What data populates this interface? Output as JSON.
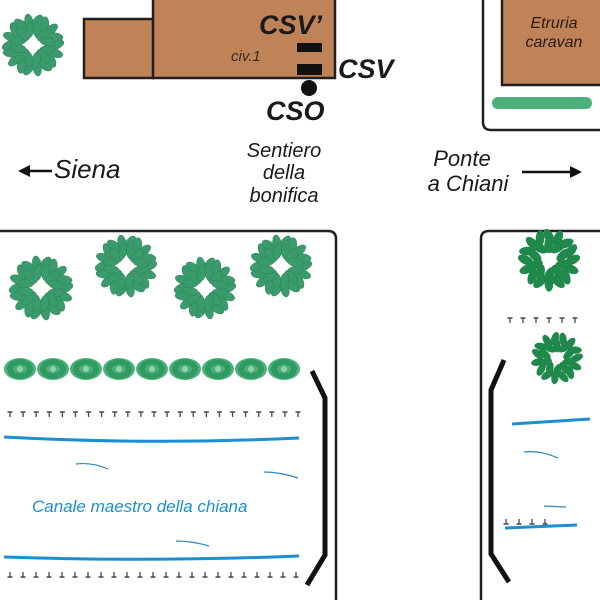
{
  "map": {
    "colors": {
      "building": "#c08358",
      "outline": "#231f20",
      "tree": "#3a9b6c",
      "tree_dark": "#1e8a4a",
      "hedge": "#4cb07a",
      "water": "#1b8fd2",
      "reed": "#3c4a4a"
    },
    "labels": {
      "csv_prime": "CSV’",
      "csv": "CSV",
      "cso": "CSO",
      "civ": "civ.1",
      "etruria_line1": "Etruria",
      "etruria_line2": "caravan",
      "siena": "Siena",
      "sentiero_line1": "Sentiero",
      "sentiero_line2": "della",
      "sentiero_line3": "bonifica",
      "ponte_line1": "Ponte",
      "ponte_line2": "a Chiani",
      "canale": "Canale maestro della chiana"
    },
    "icons": {
      "siena_arrow": "arrow-left",
      "ponte_arrow": "arrow-right"
    }
  }
}
